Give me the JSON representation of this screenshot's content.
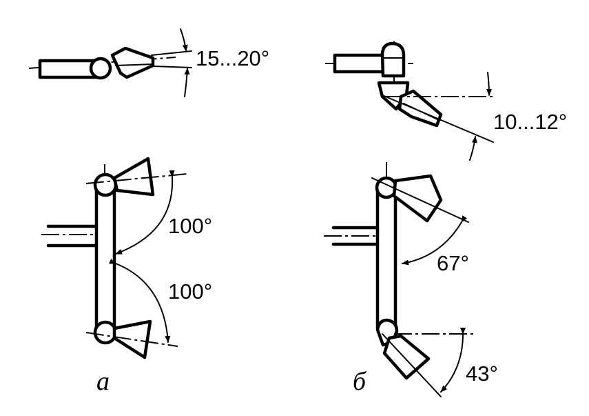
{
  "diagram": {
    "angles": {
      "a_top": "15...20°",
      "b_top": "10...12°",
      "a_upper": "100°",
      "a_lower": "100°",
      "b_upper": "67°",
      "b_lower": "43°"
    },
    "sublabels": {
      "a": "а",
      "b": "б"
    }
  }
}
